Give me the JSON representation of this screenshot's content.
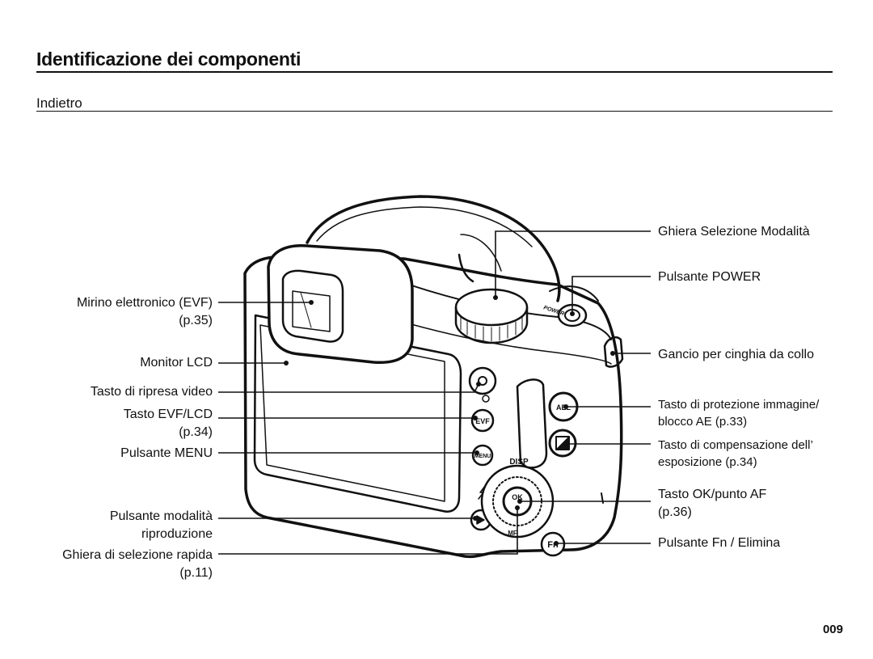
{
  "header": {
    "title": "Identificazione dei componenti",
    "section": "Indietro"
  },
  "left_labels": {
    "evf": [
      "Mirino elettronico (EVF)",
      "(p.35)"
    ],
    "monitor": "Monitor LCD",
    "video": "Tasto di ripresa video",
    "evf_lcd": [
      "Tasto EVF/LCD",
      "(p.34)"
    ],
    "menu": "Pulsante MENU",
    "playback": [
      "Pulsante modalità",
      "riproduzione"
    ],
    "dial": [
      "Ghiera di selezione rapida",
      "(p.11)"
    ]
  },
  "right_labels": {
    "mode_dial": "Ghiera Selezione Modalità",
    "power": "Pulsante POWER",
    "strap": "Gancio per cinghia da collo",
    "ael": [
      "Tasto di protezione immagine/",
      "blocco AE (p.33)"
    ],
    "exposure": [
      "Tasto di compensazione dell’",
      "esposizione (p.34)"
    ],
    "ok": [
      "Tasto OK/punto AF",
      "(p.36)"
    ],
    "fn": "Pulsante Fn / Elimina"
  },
  "camera_text": {
    "evf_btn": "EVF",
    "menu_btn": "MENU",
    "disp": "DISP",
    "ok": "OK",
    "ael": "AEL",
    "fn": "Fn",
    "mf": "MF",
    "power": "POWER"
  },
  "footer": {
    "page": "009"
  }
}
